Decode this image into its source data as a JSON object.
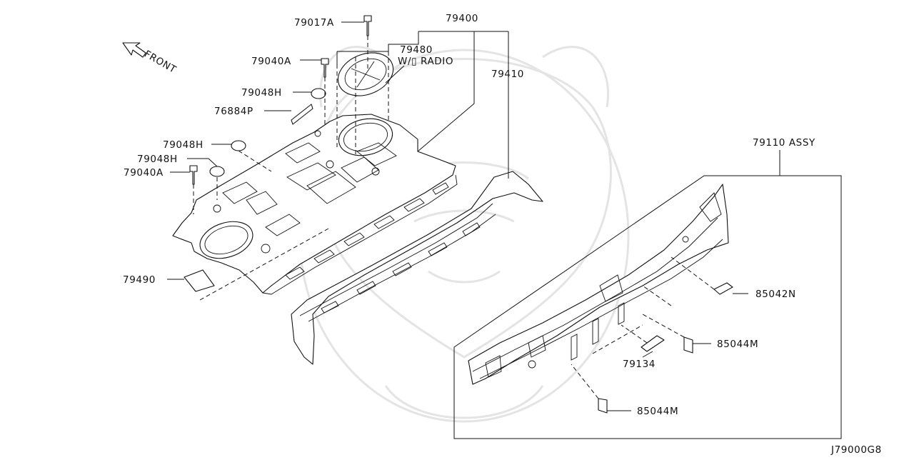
{
  "callouts": {
    "bolt_79017A": "79017A",
    "panel_assy_79400": "79400",
    "bracket_79480": "79480",
    "wo_radio": "W/▯ RADIO",
    "bolt_79040A_top": "79040A",
    "panel_79410": "79410",
    "plug_79048H_top": "79048H",
    "seal_76884P": "76884P",
    "plug_79048H_mid": "79048H",
    "plug_79048H_low": "79048H",
    "bolt_79040A_low": "79040A",
    "assy_79110": "79110 ASSY",
    "insulator_79490": "79490",
    "clip_85042N": "85042N",
    "bracket_85044M_right": "85044M",
    "bracket_79134": "79134",
    "bracket_85044M_bottom": "85044M"
  },
  "front_label": "FRONT",
  "diagram_code": "J79000G8",
  "colors": {
    "line": "#111111",
    "watermark": "#e4e4e4",
    "background": "#ffffff"
  }
}
